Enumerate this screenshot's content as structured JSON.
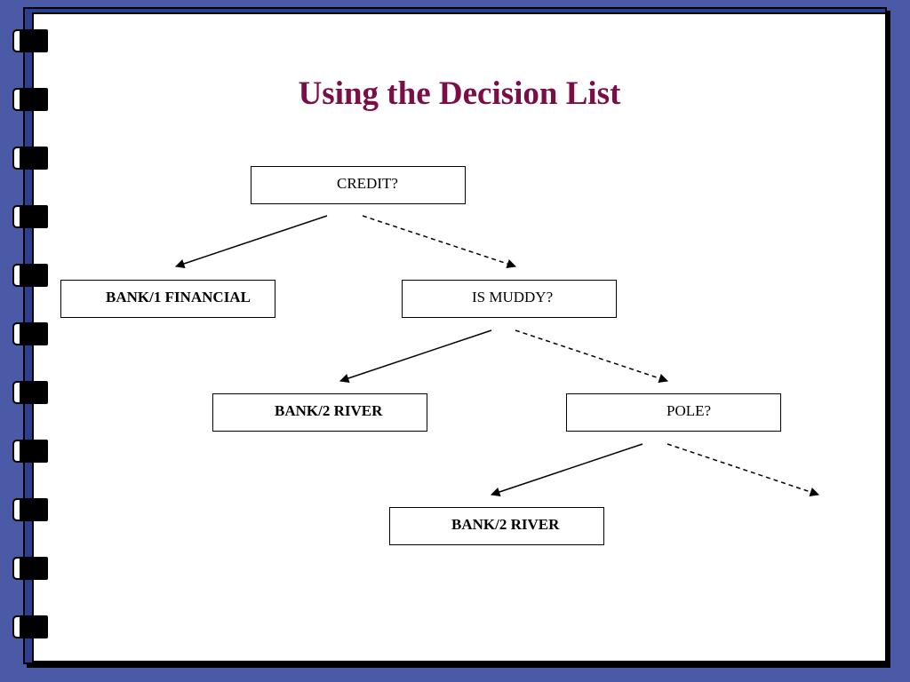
{
  "title": "Using the Decision List",
  "nodes": {
    "credit": "CREDIT?",
    "bank1_financial": "BANK/1 FINANCIAL",
    "is_muddy": "IS MUDDY?",
    "bank2_river_a": "BANK/2 RIVER",
    "pole": "POLE?",
    "bank2_river_b": "BANK/2 RIVER"
  },
  "edges": [
    {
      "from": "credit",
      "to": "bank1_financial",
      "style": "solid"
    },
    {
      "from": "credit",
      "to": "is_muddy",
      "style": "dashed"
    },
    {
      "from": "is_muddy",
      "to": "bank2_river_a",
      "style": "solid"
    },
    {
      "from": "is_muddy",
      "to": "pole",
      "style": "dashed"
    },
    {
      "from": "pole",
      "to": "bank2_river_b",
      "style": "solid"
    },
    {
      "from": "pole",
      "to": "",
      "style": "dashed"
    }
  ],
  "colors": {
    "background": "#4a5aa6",
    "title": "#7a0f47"
  }
}
